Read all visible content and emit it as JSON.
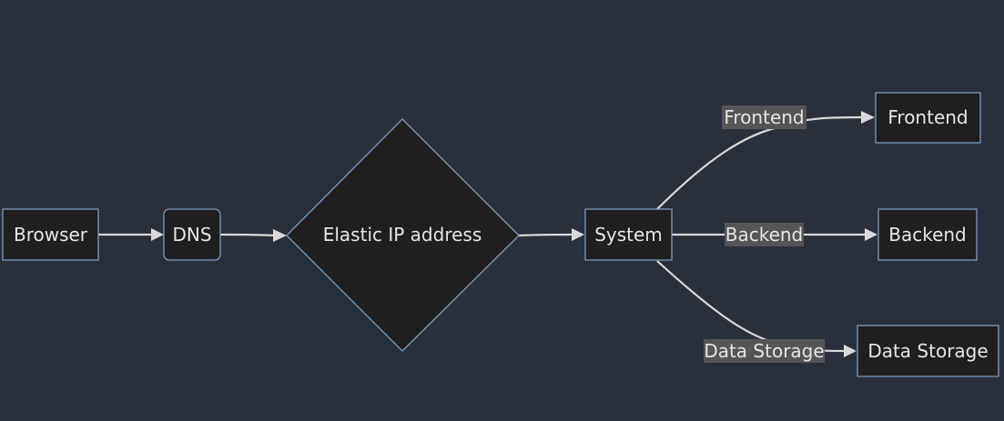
{
  "nodes": {
    "browser": "Browser",
    "dns": "DNS",
    "elastic_ip": "Elastic IP address",
    "system": "System",
    "frontend": "Frontend",
    "backend": "Backend",
    "data_storage": "Data Storage"
  },
  "edge_labels": {
    "frontend": "Frontend",
    "backend": "Backend",
    "data_storage": "Data Storage"
  }
}
